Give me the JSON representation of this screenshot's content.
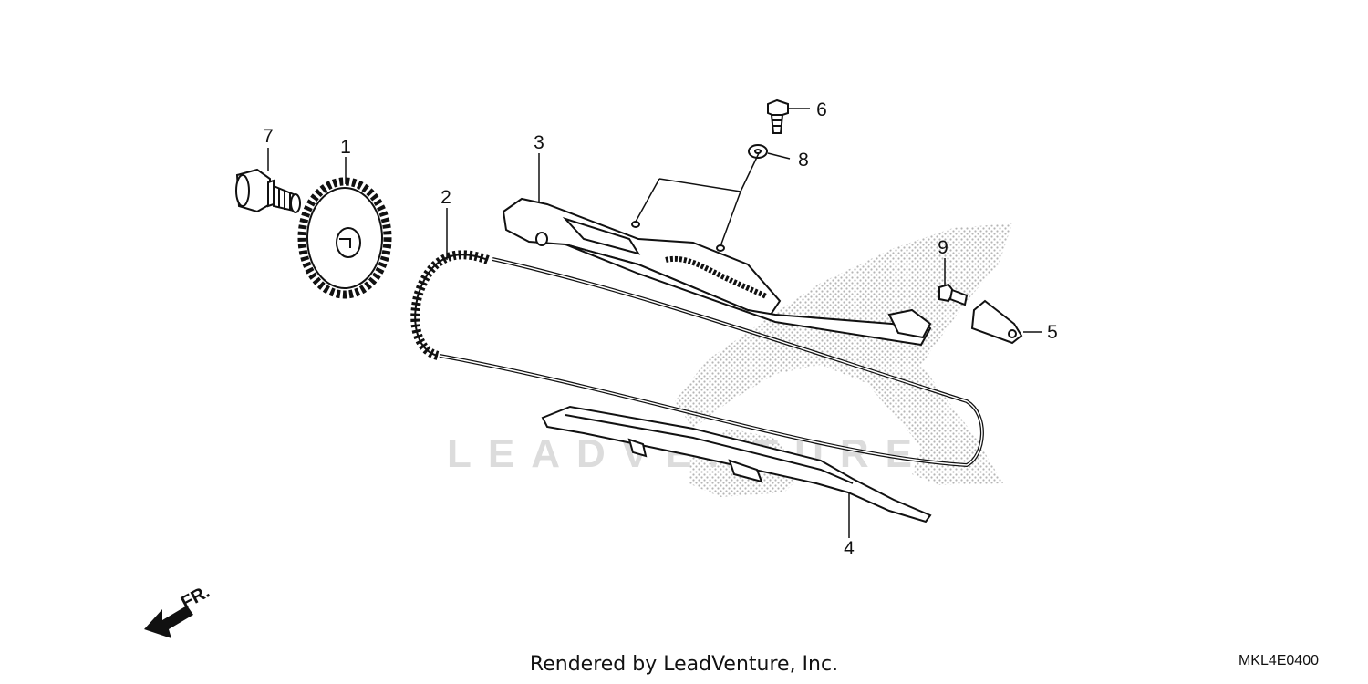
{
  "diagram": {
    "callouts": [
      {
        "id": "1",
        "label": "1"
      },
      {
        "id": "2",
        "label": "2"
      },
      {
        "id": "3",
        "label": "3"
      },
      {
        "id": "4",
        "label": "4"
      },
      {
        "id": "5",
        "label": "5"
      },
      {
        "id": "6",
        "label": "6"
      },
      {
        "id": "7",
        "label": "7"
      },
      {
        "id": "8",
        "label": "8"
      },
      {
        "id": "9",
        "label": "9"
      }
    ],
    "direction_label": "FR.",
    "watermark": "LEADVENTURE"
  },
  "footer": {
    "rendered_by": "Rendered by LeadVenture, Inc.",
    "diagram_code": "MKL4E0400"
  }
}
